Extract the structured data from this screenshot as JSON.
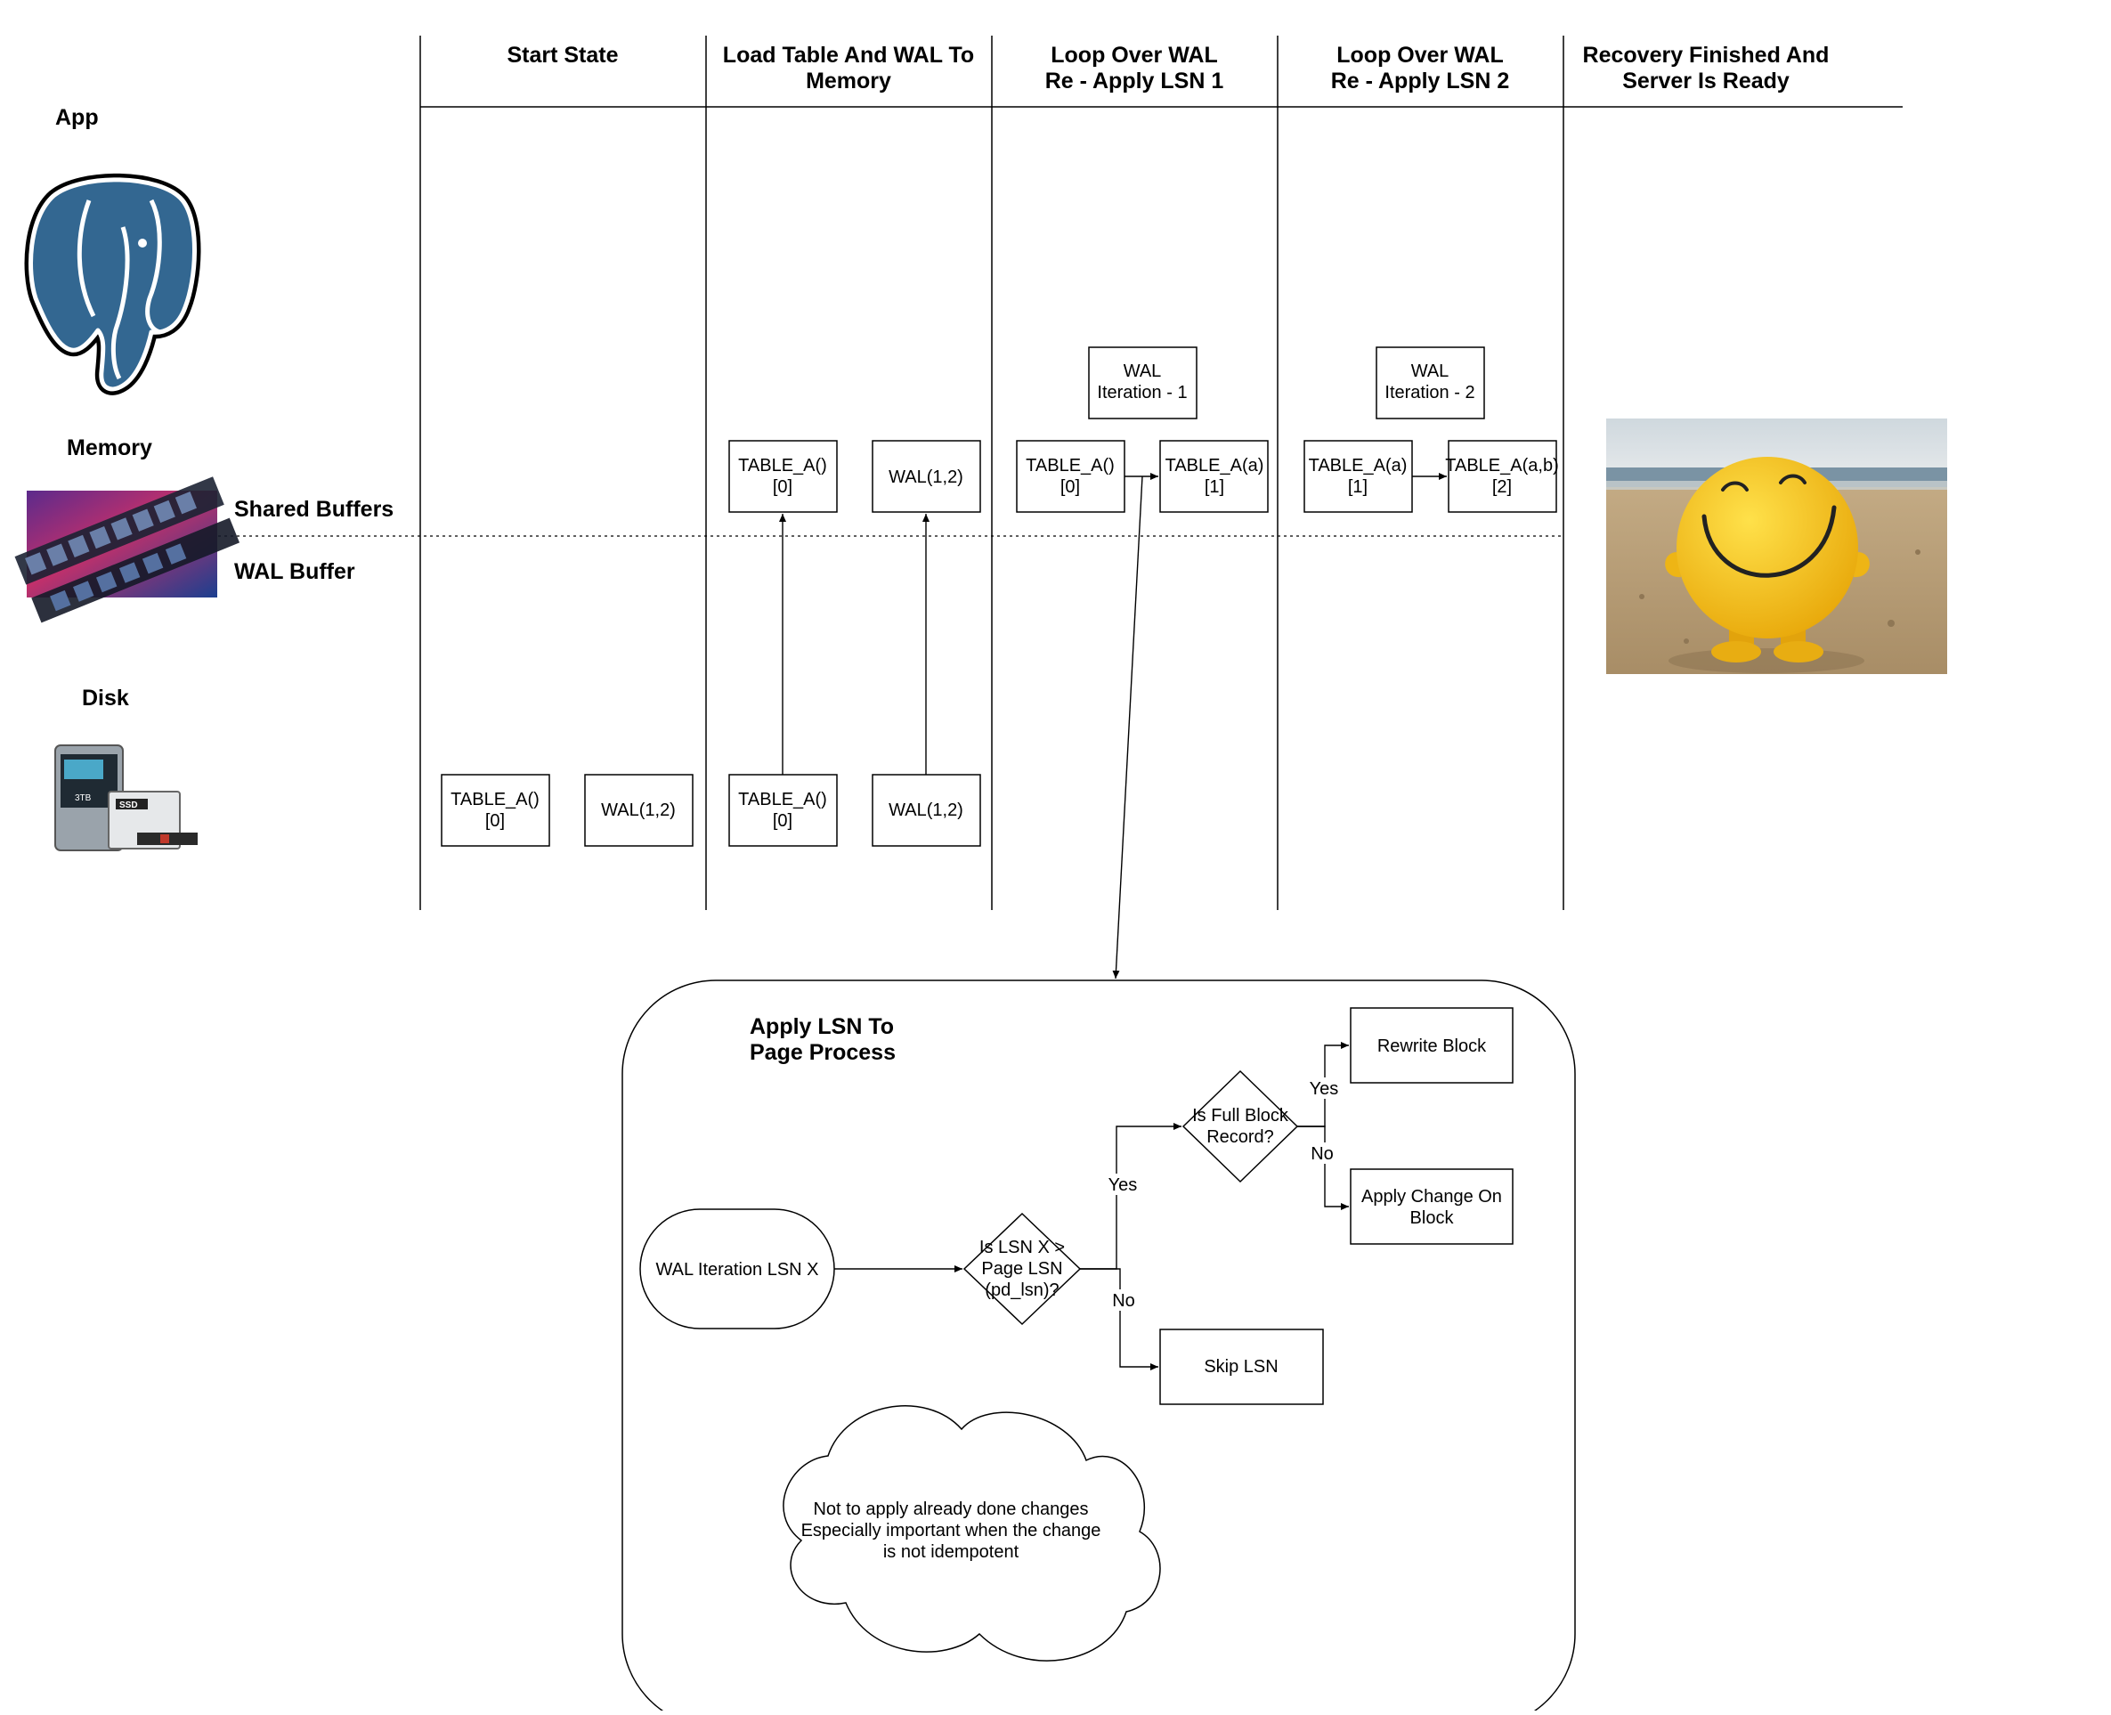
{
  "columns": [
    {
      "line1": "Start State",
      "line2": ""
    },
    {
      "line1": "Load Table And WAL To",
      "line2": "Memory"
    },
    {
      "line1": "Loop Over WAL",
      "line2": "Re - Apply LSN 1"
    },
    {
      "line1": "Loop Over WAL",
      "line2": "Re - Apply LSN 2"
    },
    {
      "line1": "Recovery Finished And",
      "line2": "Server Is Ready"
    }
  ],
  "rows": {
    "app": "App",
    "memory": "Memory",
    "shared_buffers": "Shared Buffers",
    "wal_buffer": "WAL Buffer",
    "disk": "Disk"
  },
  "boxes": {
    "s1_table": {
      "line1": "TABLE_A()",
      "line2": "[0]"
    },
    "s1_wal": {
      "line1": "WAL(1,2)",
      "line2": ""
    },
    "s2_disk_table": {
      "line1": "TABLE_A()",
      "line2": "[0]"
    },
    "s2_disk_wal": {
      "line1": "WAL(1,2)",
      "line2": ""
    },
    "s2_mem_table": {
      "line1": "TABLE_A()",
      "line2": "[0]"
    },
    "s2_mem_wal": {
      "line1": "WAL(1,2)",
      "line2": ""
    },
    "s3_iter": {
      "line1": "WAL",
      "line2": "Iteration - 1"
    },
    "s3_before": {
      "line1": "TABLE_A()",
      "line2": "[0]"
    },
    "s3_after": {
      "line1": "TABLE_A(a)",
      "line2": "[1]"
    },
    "s4_iter": {
      "line1": "WAL",
      "line2": "Iteration - 2"
    },
    "s4_before": {
      "line1": "TABLE_A(a)",
      "line2": "[1]"
    },
    "s4_after": {
      "line1": "TABLE_A(a,b)",
      "line2": "[2]"
    }
  },
  "process": {
    "title_line1": "Apply LSN To",
    "title_line2": "Page Process",
    "start": "WAL Iteration LSN X",
    "decision1": {
      "line1": "Is LSN X >",
      "line2": "Page LSN",
      "line3": "(pd_lsn)?"
    },
    "decision2": {
      "line1": "Is Full Block",
      "line2": "Record?"
    },
    "rewrite": "Rewrite Block",
    "apply": {
      "line1": "Apply Change On",
      "line2": "Block"
    },
    "skip": "Skip LSN",
    "yes1": "Yes",
    "no1": "No",
    "yes2": "Yes",
    "no2": "No",
    "note": {
      "line1": "Not to apply already done changes",
      "line2": "Especially important when the change",
      "line3": "is not idempotent"
    }
  },
  "images": {
    "app": "postgresql-elephant-logo",
    "memory": "ram-memory-modules-photo",
    "disk": "hdd-ssd-nvme-drives-photo",
    "ready": "smiley-figure-on-beach-photo"
  },
  "colors": {
    "line": "#000000",
    "elephant_blue": "#336791",
    "smiley_yellow": "#f5c518",
    "sand": "#c8b391",
    "sea": "#6f8fa3"
  }
}
